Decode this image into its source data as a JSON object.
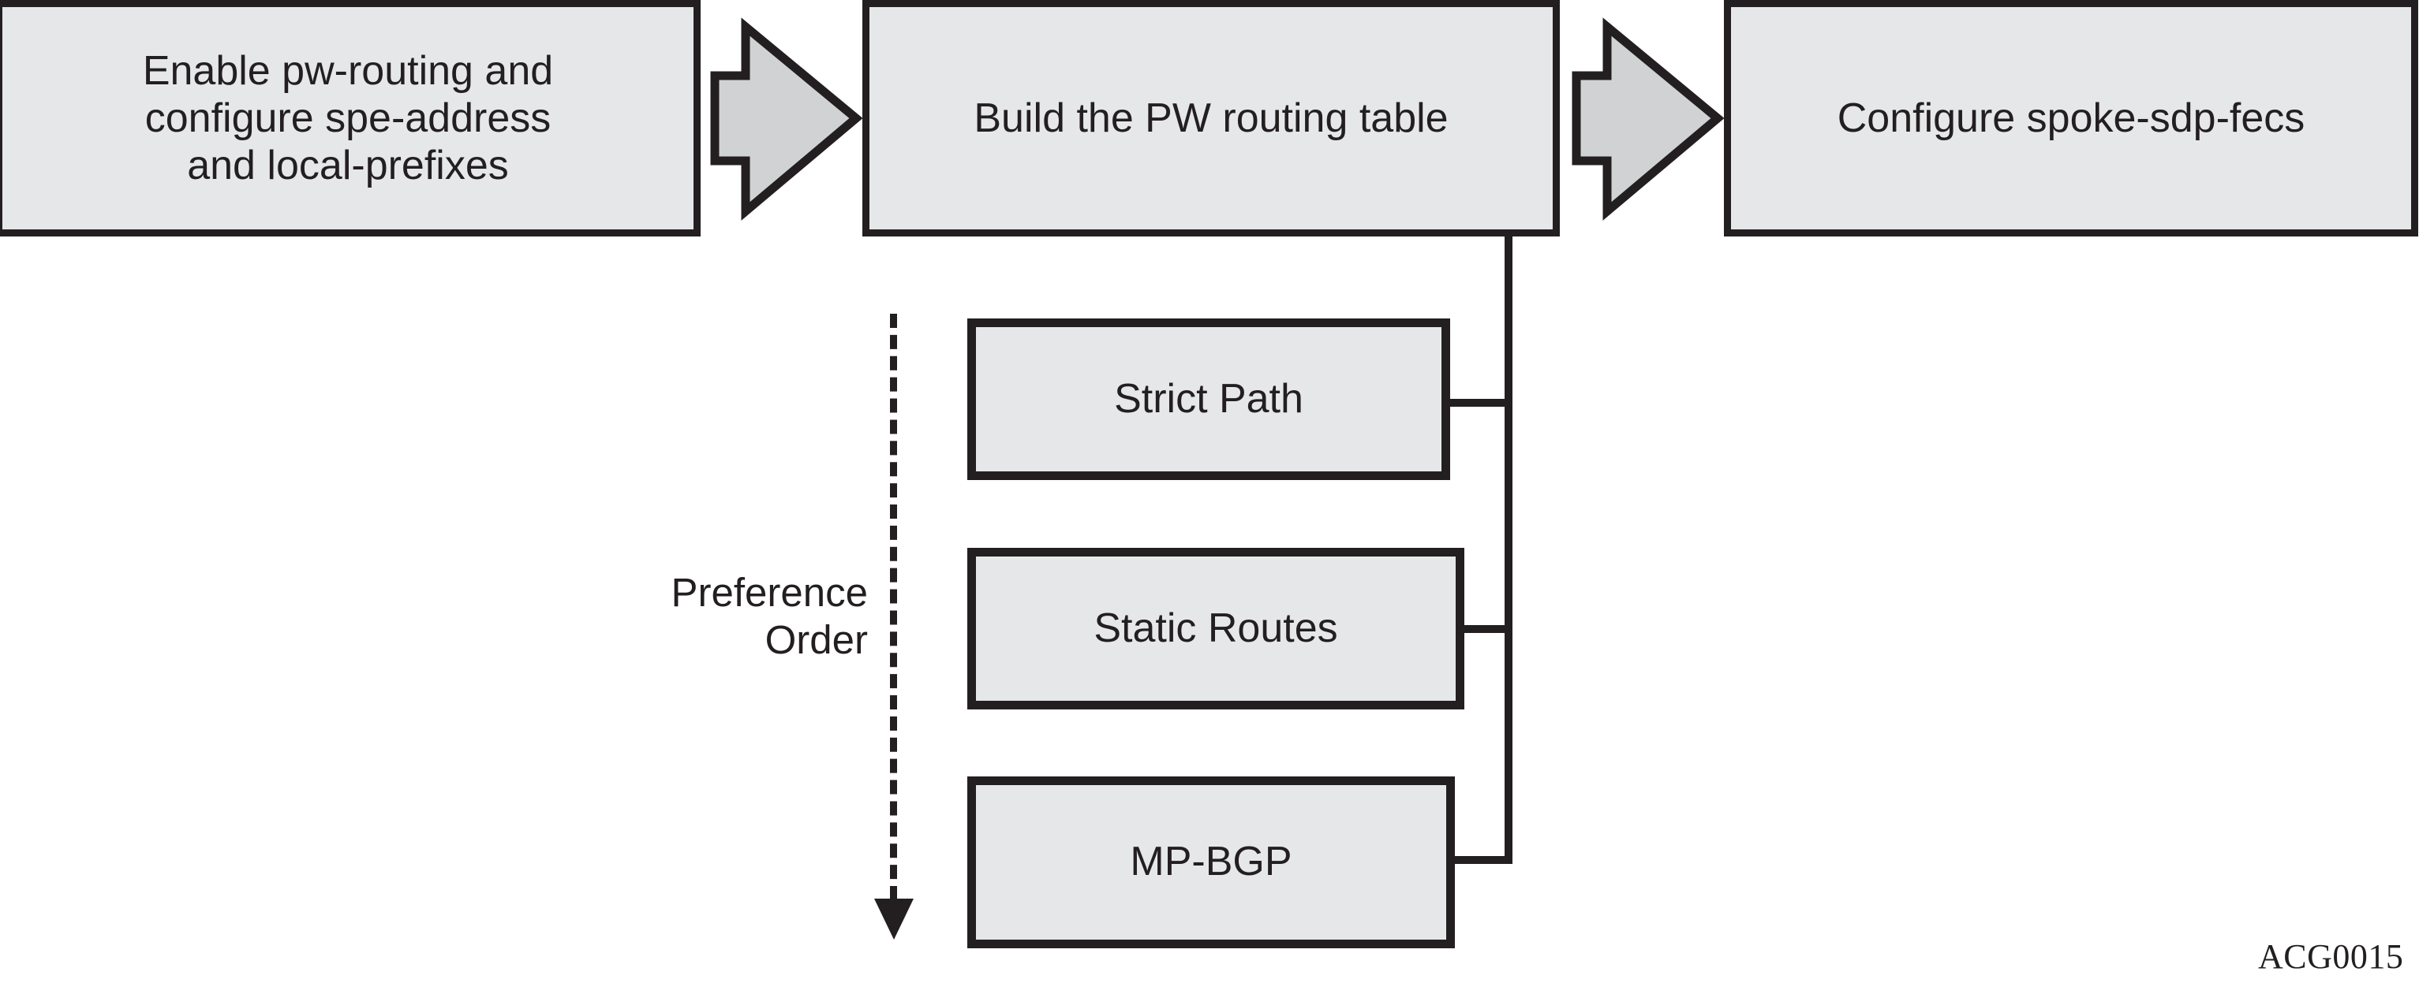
{
  "diagram": {
    "figure_id": "ACG0015",
    "colors": {
      "box_fill": "#e6e7e9",
      "arrow_fill": "#d1d2d4",
      "stroke": "#231f20",
      "background": "#ffffff"
    },
    "stages": [
      {
        "id": "stage-1",
        "label": "Enable pw-routing and\nconfigure spe-address\nand local-prefixes"
      },
      {
        "id": "stage-2",
        "label": "Build the PW routing table"
      },
      {
        "id": "stage-3",
        "label": "Configure spoke-sdp-fecs"
      }
    ],
    "connectors": [
      {
        "id": "arrow-1",
        "type": "block-arrow-right",
        "from": "stage-1",
        "to": "stage-2"
      },
      {
        "id": "arrow-2",
        "type": "block-arrow-right",
        "from": "stage-2",
        "to": "stage-3"
      }
    ],
    "preference": {
      "label": "Preference\nOrder",
      "axis_direction": "downward",
      "sources": [
        {
          "id": "source-strict-path",
          "label": "Strict Path",
          "rank": 1
        },
        {
          "id": "source-static-routes",
          "label": "Static Routes",
          "rank": 2
        },
        {
          "id": "source-mp-bgp",
          "label": "MP-BGP",
          "rank": 3
        }
      ]
    }
  }
}
